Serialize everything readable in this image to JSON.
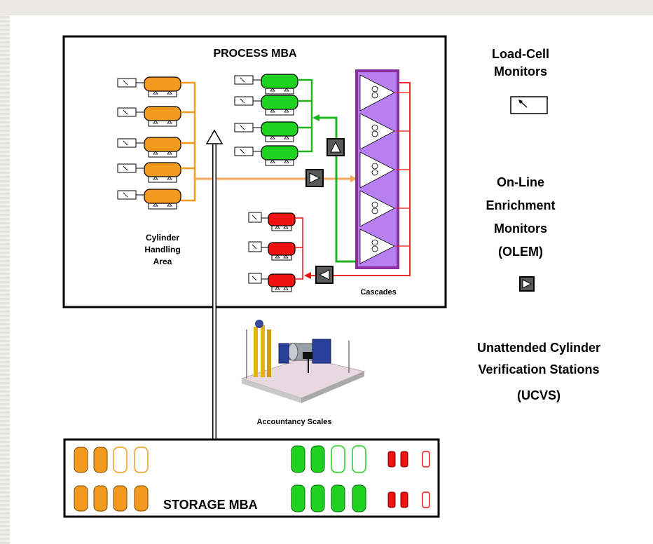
{
  "process_mba": {
    "title": "PROCESS MBA",
    "cylinder_area_label": [
      "Cylinder",
      "Handling",
      "Area"
    ],
    "cascades_label": "Cascades"
  },
  "storage_mba": {
    "title": "STORAGE MBA"
  },
  "accountancy_scales": {
    "label": "Accountancy Scales"
  },
  "legend": {
    "load_cell": [
      "Load-Cell",
      "Monitors"
    ],
    "olem": [
      "On-Line",
      "Enrichment",
      "Monitors",
      "(OLEM)"
    ],
    "ucvs": [
      "Unattended Cylinder",
      "Verification Stations",
      "(UCVS)"
    ]
  },
  "colors": {
    "orange": "#f39a1e",
    "green": "#1fd21f",
    "red": "#ee1111",
    "purple": "#b77ff0",
    "purple_border": "#8a2fa0",
    "frame": "#000000",
    "arrow_orange": "#f7a85a"
  }
}
